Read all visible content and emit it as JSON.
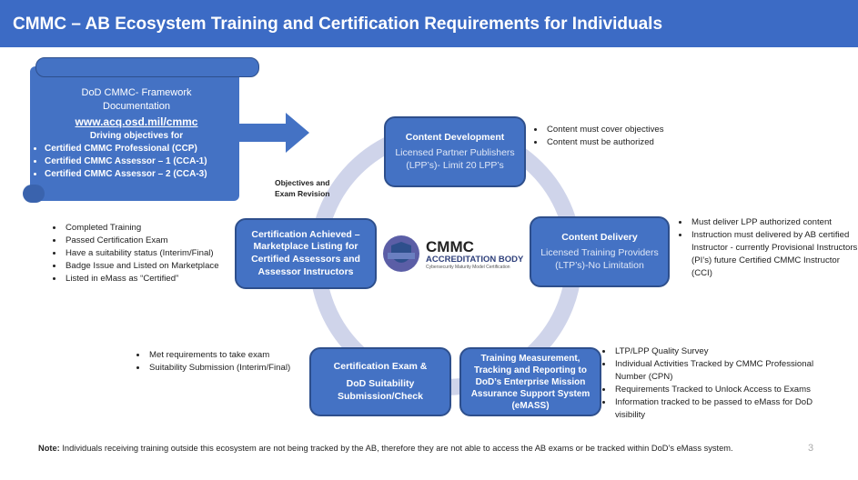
{
  "title": "CMMC – AB Ecosystem Training and Certification Requirements for Individuals",
  "framework": {
    "line1": "DoD CMMC- Framework",
    "line2": "Documentation",
    "link": "www.acq.osd.mil/cmmc",
    "driving": "Driving objectives for",
    "items": [
      "Certified CMMC Professional (CCP)",
      "Certified CMMC Assessor – 1 (CCA-1)",
      "Certified CMMC Assessor – 2 (CCA-3)"
    ]
  },
  "objectives_label": {
    "line1": "Objectives and",
    "line2": "Exam Revision"
  },
  "content_development": {
    "title": "Content Development",
    "sub": "Licensed Partner Publishers (LPP’s)- Limit 20 LPP’s",
    "notes": [
      "Content must cover objectives",
      "Content must be authorized"
    ]
  },
  "content_delivery": {
    "title": "Content Delivery",
    "sub": "Licensed Training Providers (LTP’s)-No Limitation",
    "notes": [
      "Must deliver LPP authorized content",
      "Instruction must delivered by AB certified Instructor - currently Provisional Instructors (PI’s) future Certified CMMC Instructor (CCI)"
    ]
  },
  "training_measurement": {
    "title": "Training Measurement, Tracking and Reporting to DoD’s Enterprise Mission Assurance Support System (eMASS)",
    "notes": [
      "LTP/LPP Quality Survey",
      "Individual Activities Tracked by CMMC Professional Number (CPN)",
      "Requirements Tracked to Unlock Access to Exams",
      "Information tracked to be passed to eMass for DoD visibility"
    ]
  },
  "certification_exam": {
    "line1": "Certification Exam &",
    "line2": "DoD Suitability Submission/Check",
    "notes": [
      "Met requirements to take exam",
      "Suitability Submission (Interim/Final)"
    ]
  },
  "certification_achieved": {
    "title": "Certification Achieved – Marketplace Listing for Certified Assessors and Assessor Instructors",
    "notes": [
      "Completed Training",
      "Passed Certification Exam",
      "Have a suitability status (Interim/Final)",
      "Badge Issue and Listed on Marketplace",
      "Listed in eMass as “Certified”"
    ]
  },
  "logo": {
    "name": "CMMC",
    "sub": "ACCREDITATION BODY",
    "tagline": "Cybersecurity Maturity Model Certification"
  },
  "note": {
    "label": "Note:",
    "text": " Individuals receiving training outside this ecosystem are not being tracked by the AB, therefore they are not able to access the AB exams or be tracked within DoD’s eMass system."
  },
  "page_number": "3",
  "colors": {
    "title_bar": "#3c6bc5",
    "box": "#4472c4",
    "ring": "#cfd4ea"
  }
}
